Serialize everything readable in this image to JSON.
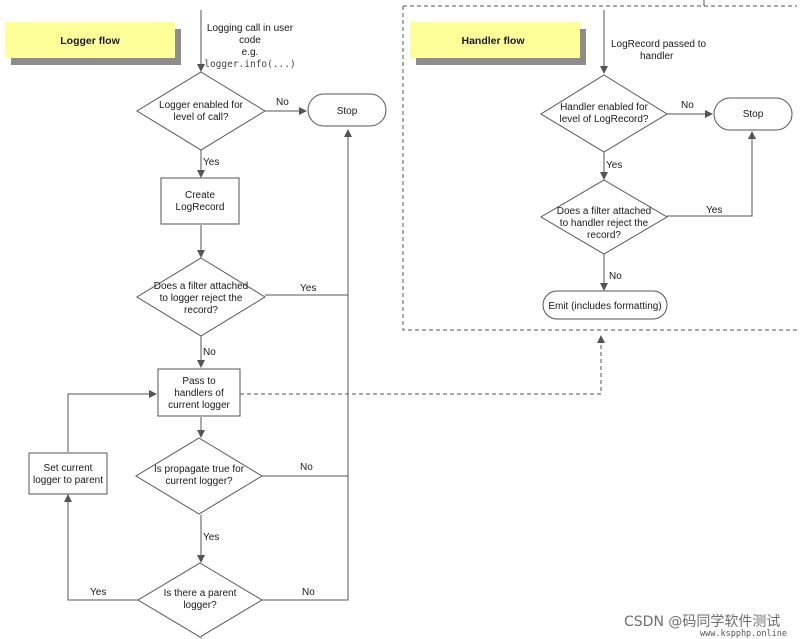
{
  "logger_flow": {
    "title": "Logger flow",
    "start_text": [
      "Logging call in user",
      "code"
    ],
    "start_eg": "e.g.",
    "start_code": "logger.info(...)",
    "enabled_decision": [
      "Logger enabled for",
      "level of call?"
    ],
    "stop": "Stop",
    "create_record": [
      "Create",
      "LogRecord"
    ],
    "filter_decision": [
      "Does a filter attached",
      "to logger reject the",
      "record?"
    ],
    "pass_handlers": [
      "Pass to",
      "handlers of",
      "current logger"
    ],
    "propagate_decision": [
      "Is propagate true for",
      "current logger?"
    ],
    "parent_decision": [
      "Is there a parent",
      "logger?"
    ],
    "set_parent": [
      "Set current",
      "logger to parent"
    ]
  },
  "handler_flow": {
    "title": "Handler flow",
    "start_text": [
      "LogRecord passed to",
      "handler"
    ],
    "enabled_decision": [
      "Handler enabled for",
      "level of LogRecord?"
    ],
    "stop": "Stop",
    "filter_decision": [
      "Does a filter attached",
      "to handler reject the",
      "record?"
    ],
    "emit": "Emit (includes formatting)"
  },
  "labels": {
    "yes": "Yes",
    "no": "No"
  },
  "watermark": {
    "text": "CSDN @码同学软件测试",
    "site": "www.kspphp.online"
  },
  "colors": {
    "title_fill": "#ffff99",
    "title_shadow": "#8c8c8c",
    "stroke": "#555555",
    "text": "#1a1a1a"
  }
}
